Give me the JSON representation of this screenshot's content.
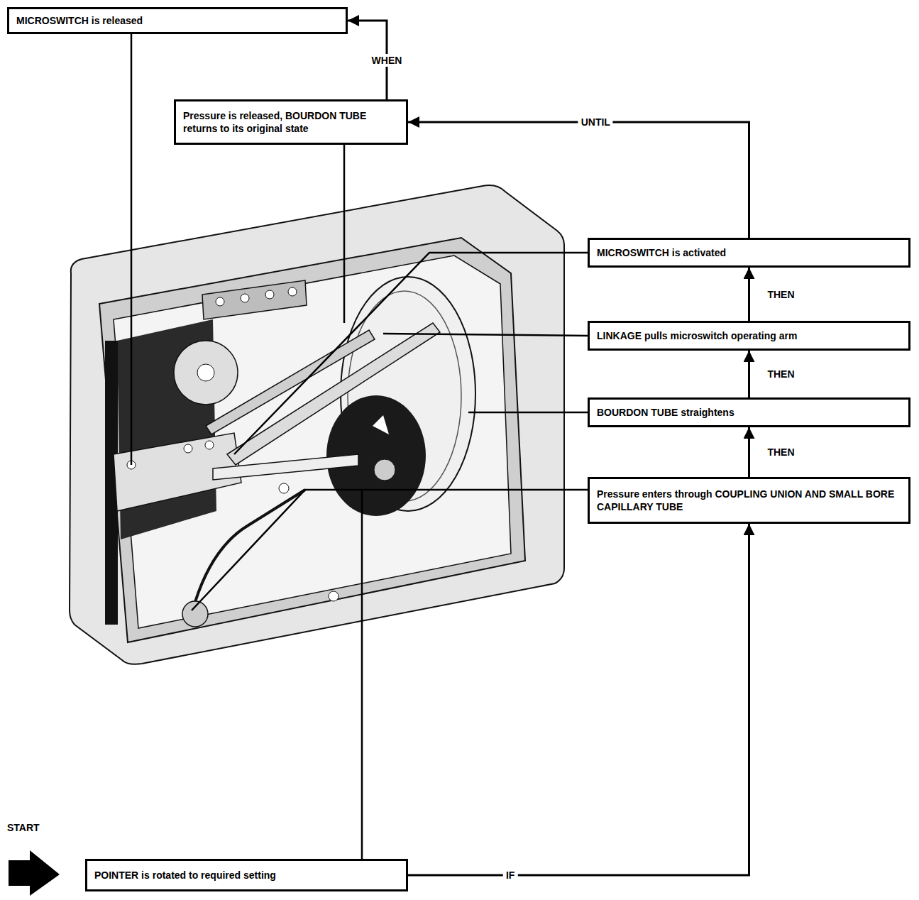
{
  "diagram": {
    "nodes": [
      {
        "text": [
          "MICROSWITCH is released"
        ]
      },
      {
        "text": [
          "Pressure is released, BOURDON TUBE returns to its original state"
        ]
      },
      {
        "text": [
          "MICROSWITCH is activated"
        ]
      },
      {
        "text": [
          "LINKAGE pulls microswitch operating arm"
        ]
      },
      {
        "text": [
          "BOURDON TUBE straightens"
        ]
      },
      {
        "text": [
          "Pressure enters through COUPLING UNION AND SMALL BORE CAPILLARY TUBE"
        ]
      },
      {
        "text": [
          "POINTER is rotated to required setting"
        ]
      }
    ],
    "edges": [
      {
        "from": 6,
        "to": 5,
        "label": "IF",
        "arrow": "to"
      },
      {
        "from": 5,
        "to": 4,
        "label": "THEN",
        "arrow": "to"
      },
      {
        "from": 4,
        "to": 3,
        "label": "THEN",
        "arrow": "to"
      },
      {
        "from": 3,
        "to": 2,
        "label": "THEN",
        "arrow": "to"
      },
      {
        "from": 2,
        "to": 1,
        "label": "UNTIL",
        "arrow": "to"
      },
      {
        "from": 1,
        "to": 0,
        "label": "WHEN",
        "arrow": "to"
      }
    ],
    "labels": [
      "START"
    ]
  }
}
